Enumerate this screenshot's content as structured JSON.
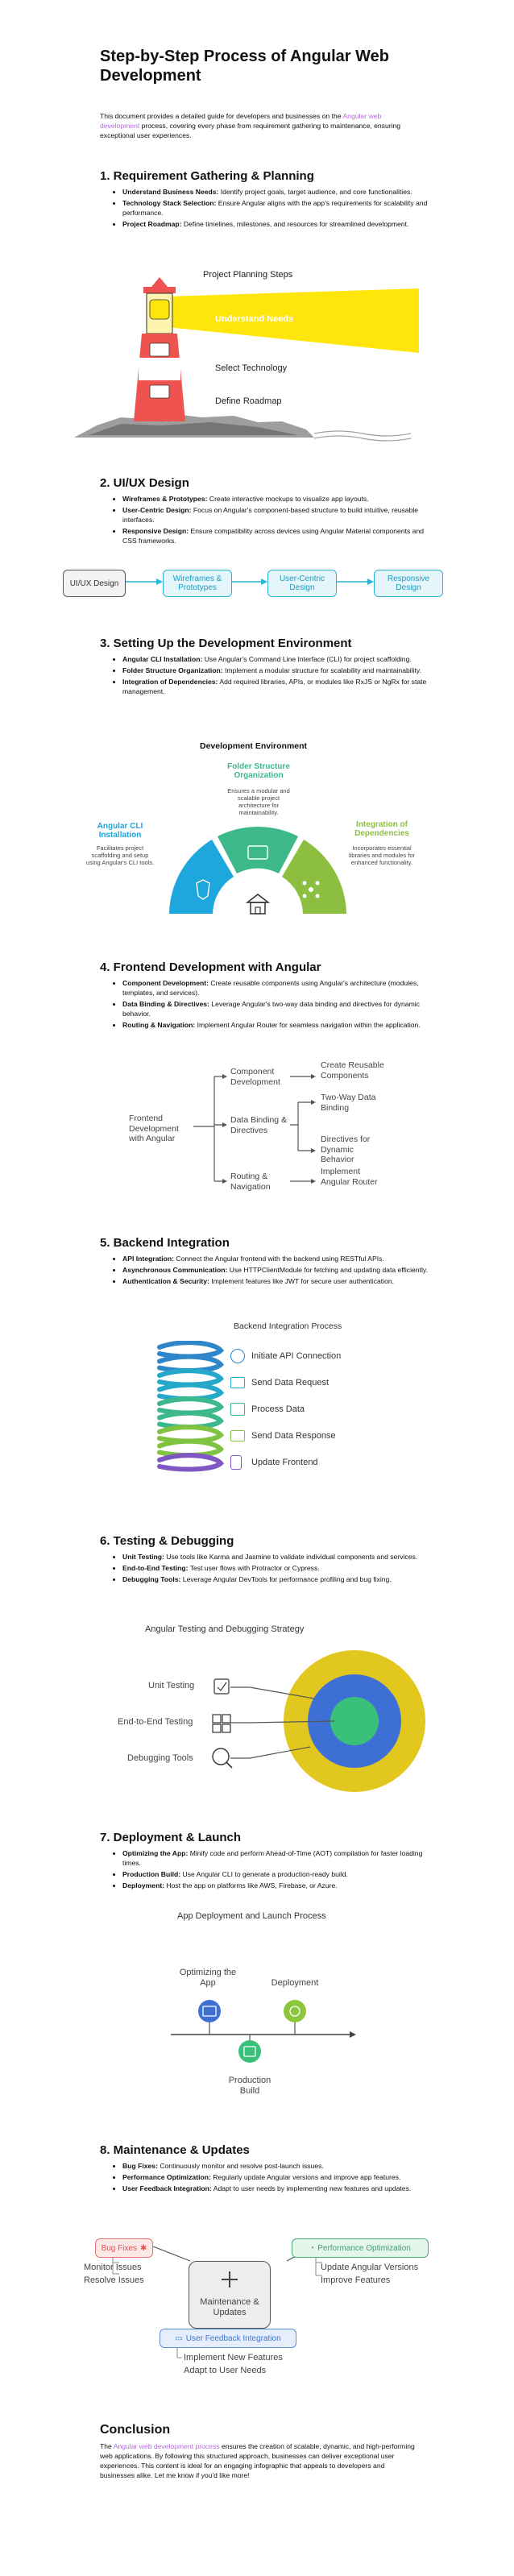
{
  "title": "Step-by-Step Process of Angular Web Development",
  "intro": {
    "before": "This document provides a detailed guide for developers and businesses on the ",
    "link": "Angular web development",
    "after": " process, covering every phase from requirement gathering to maintenance, ensuring exceptional user experiences."
  },
  "s1": {
    "heading": "1. Requirement Gathering & Planning",
    "bullets": [
      {
        "bold": "Understand Business Needs:",
        "text": " Identify project goals, target audience, and core functionalities."
      },
      {
        "bold": "Technology Stack Selection:",
        "text": " Ensure Angular aligns with the app's requirements for scalability and performance."
      },
      {
        "bold": "Project Roadmap:",
        "text": " Define timelines, milestones, and resources for streamlined development."
      }
    ],
    "diagram": {
      "title": "Project Planning Steps",
      "steps": [
        "Understand Needs",
        "Select Technology",
        "Define Roadmap"
      ],
      "colors": {
        "beam": "#ffe60a",
        "tower_red": "#ef5350"
      }
    }
  },
  "s2": {
    "heading": "2. UI/UX Design",
    "bullets": [
      {
        "bold": "Wireframes & Prototypes:",
        "text": " Create interactive mockups to visualize app layouts."
      },
      {
        "bold": "User-Centric Design:",
        "text": " Focus on Angular's component-based structure to build intuitive, reusable interfaces."
      },
      {
        "bold": "Responsive Design:",
        "text": " Ensure compatibility across devices using Angular Material components and CSS frameworks."
      }
    ],
    "diagram": {
      "start": "UI/UX Design",
      "steps": [
        "Wireframes & Prototypes",
        "User-Centric Design",
        "Responsive Design"
      ],
      "colors": {
        "accent": "#29b6d6",
        "fill": "#e4f6fb"
      }
    }
  },
  "s3": {
    "heading": "3. Setting Up the Development Environment",
    "bullets": [
      {
        "bold": "Angular CLI Installation:",
        "text": " Use Angular's Command Line Interface (CLI) for project scaffolding."
      },
      {
        "bold": "Folder Structure Organization:",
        "text": " Implement a modular structure for scalability and maintainability."
      },
      {
        "bold": "Integration of Dependencies:",
        "text": " Add required libraries, APIs, or modules like RxJS or NgRx for state management."
      }
    ],
    "diagram": {
      "title": "Development Environment",
      "items": [
        {
          "title": "Angular CLI Installation",
          "desc": "Facilitates project scaffolding and setup using Angular's CLI tools.",
          "color": "#1ea7dc"
        },
        {
          "title": "Folder Structure Organization",
          "desc": "Ensures a modular and scalable project architecture for maintainability.",
          "color": "#3cb88a"
        },
        {
          "title": "Integration of Dependencies",
          "desc": "Incorporates essential libraries and modules for enhanced functionality.",
          "color": "#8cbf3f"
        }
      ]
    }
  },
  "s4": {
    "heading": "4. Frontend Development with Angular",
    "bullets": [
      {
        "bold": "Component Development:",
        "text": " Create reusable components using Angular's architecture (modules, templates, and services)."
      },
      {
        "bold": "Data Binding & Directives:",
        "text": " Leverage Angular's two-way data binding and directives for dynamic behavior."
      },
      {
        "bold": "Routing & Navigation:",
        "text": " Implement Angular Router for seamless navigation within the application."
      }
    ],
    "diagram": {
      "root": "Frontend Development with Angular",
      "branches": [
        {
          "label": "Component Development",
          "leaves": [
            "Create Reusable Components"
          ]
        },
        {
          "label": "Data Binding & Directives",
          "leaves": [
            "Two-Way Data Binding",
            "Directives for Dynamic Behavior"
          ]
        },
        {
          "label": "Routing & Navigation",
          "leaves": [
            "Implement Angular Router"
          ]
        }
      ]
    }
  },
  "s5": {
    "heading": "5. Backend Integration",
    "bullets": [
      {
        "bold": "API Integration:",
        "text": " Connect the Angular frontend with the backend using RESTful APIs."
      },
      {
        "bold": "Asynchronous Communication:",
        "text": " Use HTTPClientModule for fetching and updating data efficiently."
      },
      {
        "bold": "Authentication & Security:",
        "text": " Implement features like JWT for secure user authentication."
      }
    ],
    "diagram": {
      "title": "Backend Integration Process",
      "steps": [
        "Initiate API Connection",
        "Send Data Request",
        "Process Data",
        "Send Data Response",
        "Update Frontend"
      ],
      "colors": [
        "#2f86c9",
        "#25a8c9",
        "#3cb88a",
        "#80c341",
        "#7e57c2"
      ]
    }
  },
  "s6": {
    "heading": "6. Testing & Debugging",
    "bullets": [
      {
        "bold": "Unit Testing:",
        "text": " Use tools like Karma and Jasmine to validate individual components and services."
      },
      {
        "bold": "End-to-End Testing:",
        "text": " Test user flows with Protractor or Cypress."
      },
      {
        "bold": "Debugging Tools:",
        "text": " Leverage Angular DevTools for performance profiling and bug fixing."
      }
    ],
    "diagram": {
      "title": "Angular Testing and Debugging Strategy",
      "labels": [
        "Unit Testing",
        "End-to-End Testing",
        "Debugging Tools"
      ],
      "colors": [
        "#e2c81e",
        "#3e6fd4",
        "#39c17b"
      ]
    }
  },
  "s7": {
    "heading": "7. Deployment & Launch",
    "bullets": [
      {
        "bold": "Optimizing the App:",
        "text": " Minify code and perform Ahead-of-Time (AOT) compilation for faster loading times."
      },
      {
        "bold": "Production Build:",
        "text": " Use Angular CLI to generate a production-ready build."
      },
      {
        "bold": "Deployment:",
        "text": " Host the app on platforms like AWS, Firebase, or Azure."
      }
    ],
    "diagram": {
      "title": "App Deployment and Launch Process",
      "steps": [
        {
          "label": "Optimizing the App",
          "color": "#3e6fd4"
        },
        {
          "label": "Production Build",
          "color": "#39c17b"
        },
        {
          "label": "Deployment",
          "color": "#8cc63f"
        }
      ]
    }
  },
  "s8": {
    "heading": "8. Maintenance & Updates",
    "bullets": [
      {
        "bold": "Bug Fixes:",
        "text": " Continuously monitor and resolve post-launch issues."
      },
      {
        "bold": "Performance Optimization:",
        "text": " Regularly update Angular versions and improve app features."
      },
      {
        "bold": "User Feedback Integration:",
        "text": " Adapt to user needs by implementing new features and updates."
      }
    ],
    "diagram": {
      "center": "Maintenance & Updates",
      "nodes": [
        {
          "label": "Bug Fixes",
          "subs": [
            "Monitor Issues",
            "Resolve Issues"
          ],
          "color": "#e57373",
          "fill": "#fde8e8"
        },
        {
          "label": "Performance Optimization",
          "subs": [
            "Update Angular Versions",
            "Improve Features"
          ],
          "color": "#4caf7a",
          "fill": "#e4f6ec"
        },
        {
          "label": "User Feedback Integration",
          "subs": [
            "Implement New Features",
            "Adapt to User Needs"
          ],
          "color": "#5c8fd6",
          "fill": "#e6eefb"
        }
      ]
    }
  },
  "conclusion": {
    "heading": "Conclusion",
    "before": "The ",
    "link": "Angular web development process",
    "after": " ensures the creation of scalable, dynamic, and high-performing web applications. By following this structured approach, businesses can deliver exceptional user experiences. This content is ideal for an engaging infographic that appeals to developers and businesses alike. Let me know if you'd like more!"
  }
}
